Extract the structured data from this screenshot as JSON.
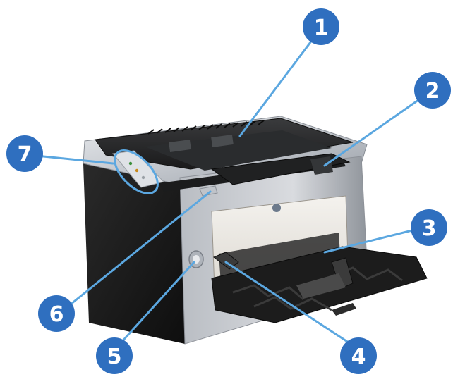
{
  "diagram": {
    "subject": "printer",
    "callouts": [
      {
        "id": "1",
        "label": "1",
        "part": "output-bin"
      },
      {
        "id": "2",
        "label": "2",
        "part": "output-bin-extension"
      },
      {
        "id": "3",
        "label": "3",
        "part": "input-tray"
      },
      {
        "id": "4",
        "label": "4",
        "part": "media-guide"
      },
      {
        "id": "5",
        "label": "5",
        "part": "power-button"
      },
      {
        "id": "6",
        "label": "6",
        "part": "toner-door-lift-tab"
      },
      {
        "id": "7",
        "label": "7",
        "part": "control-panel"
      }
    ],
    "colors": {
      "callout_fill": "#2f6fbf",
      "callout_leader": "#5ba7e0",
      "printer_dark": "#1b1b1b",
      "printer_silver": "#c9ccd2"
    }
  }
}
